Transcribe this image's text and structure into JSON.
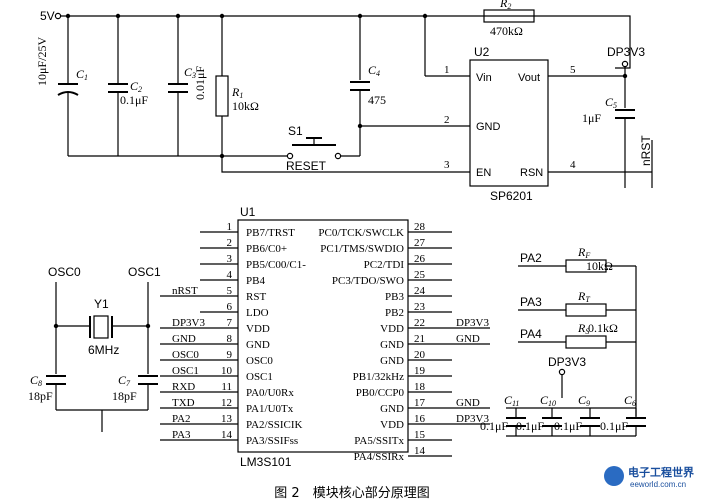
{
  "supply": {
    "vcc": "5V",
    "dp3v3": "DP3V3"
  },
  "capacitors": {
    "c1": {
      "ref": "C",
      "sub": "1",
      "value": "10μF/25V"
    },
    "c2": {
      "ref": "C",
      "sub": "2",
      "value": "0.1μF"
    },
    "c3": {
      "ref": "C",
      "sub": "3",
      "value": "0.01μF"
    },
    "c4": {
      "ref": "C",
      "sub": "4",
      "value": "475"
    },
    "c5": {
      "ref": "C",
      "sub": "5",
      "value": "1μF"
    },
    "c6": {
      "ref": "C",
      "sub": "6",
      "value": "0.1μF"
    },
    "c7": {
      "ref": "C",
      "sub": "7",
      "value": "18pF"
    },
    "c8": {
      "ref": "C",
      "sub": "8",
      "value": "18pF"
    },
    "c9": {
      "ref": "C",
      "sub": "9",
      "value": "0.1μF"
    },
    "c10": {
      "ref": "C",
      "sub": "10",
      "value": "0.1μF"
    },
    "c11": {
      "ref": "C",
      "sub": "11",
      "value": "0.1μF"
    }
  },
  "resistors": {
    "r1": {
      "ref": "R",
      "sub": "1",
      "value": "10kΩ"
    },
    "r2": {
      "ref": "R",
      "sub": "2",
      "value": "470kΩ"
    },
    "rf": {
      "ref": "R",
      "sub": "F",
      "value": "10kΩ"
    },
    "rt": {
      "ref": "R",
      "sub": "T",
      "value": ""
    },
    "rs": {
      "ref": "R",
      "sub": "S",
      "value": "0.1kΩ"
    }
  },
  "switch": {
    "ref": "S1",
    "label": "RESET"
  },
  "regulator": {
    "ref": "U2",
    "part": "SP6201",
    "pins": [
      {
        "num": "1",
        "name": "Vin"
      },
      {
        "num": "2",
        "name": "GND"
      },
      {
        "num": "3",
        "name": "EN"
      },
      {
        "num": "5",
        "name": "Vout"
      },
      {
        "num": "4",
        "name": "RSN"
      }
    ],
    "nrst_label": "nRST"
  },
  "mcu": {
    "ref": "U1",
    "part": "LM3S101",
    "left_pins": [
      {
        "num": "1",
        "name": "PB7/TRST",
        "net": ""
      },
      {
        "num": "2",
        "name": "PB6/C0+",
        "net": ""
      },
      {
        "num": "3",
        "name": "PB5/C00/C1-",
        "net": ""
      },
      {
        "num": "4",
        "name": "PB4",
        "net": ""
      },
      {
        "num": "5",
        "name": "RST",
        "net": "nRST"
      },
      {
        "num": "6",
        "name": "LDO",
        "net": ""
      },
      {
        "num": "7",
        "name": "VDD",
        "net": "DP3V3"
      },
      {
        "num": "8",
        "name": "GND",
        "net": "GND"
      },
      {
        "num": "9",
        "name": "OSC0",
        "net": "OSC0"
      },
      {
        "num": "10",
        "name": "OSC1",
        "net": "OSC1"
      },
      {
        "num": "11",
        "name": "PA0/U0Rx",
        "net": "RXD"
      },
      {
        "num": "12",
        "name": "PA1/U0Tx",
        "net": "TXD"
      },
      {
        "num": "13",
        "name": "PA2/SSICIK",
        "net": "PA2"
      },
      {
        "num": "14",
        "name": "PA3/SSIFss",
        "net": "PA3"
      }
    ],
    "right_pins": [
      {
        "num": "28",
        "name": "PC0/TCK/SWCLK",
        "net": ""
      },
      {
        "num": "27",
        "name": "PC1/TMS/SWDIO",
        "net": ""
      },
      {
        "num": "26",
        "name": "PC2/TDI",
        "net": ""
      },
      {
        "num": "25",
        "name": "PC3/TDO/SWO",
        "net": ""
      },
      {
        "num": "24",
        "name": "PB3",
        "net": ""
      },
      {
        "num": "23",
        "name": "PB2",
        "net": ""
      },
      {
        "num": "22",
        "name": "VDD",
        "net": "DP3V3"
      },
      {
        "num": "21",
        "name": "GND",
        "net": "GND"
      },
      {
        "num": "20",
        "name": "GND",
        "net": ""
      },
      {
        "num": "19",
        "name": "PB1/32kHz",
        "net": ""
      },
      {
        "num": "18",
        "name": "PB0/CCP0",
        "net": ""
      },
      {
        "num": "17",
        "name": "GND",
        "net": "GND"
      },
      {
        "num": "16",
        "name": "VDD",
        "net": "DP3V3"
      },
      {
        "num": "15",
        "name": "PA5/SSITx",
        "net": ""
      },
      {
        "num": "14b",
        "name": "PA4/SSIRx",
        "net": ""
      }
    ]
  },
  "crystal": {
    "ref": "Y1",
    "freq": "6MHz",
    "osc0": "OSC0",
    "osc1": "OSC1"
  },
  "sense": {
    "pa2": "PA2",
    "pa3": "PA3",
    "pa4": "PA4"
  },
  "caption": "图 2　模块核心部分原理图",
  "watermark": {
    "name": "电子工程世界",
    "url": "eeworld.com.cn"
  }
}
